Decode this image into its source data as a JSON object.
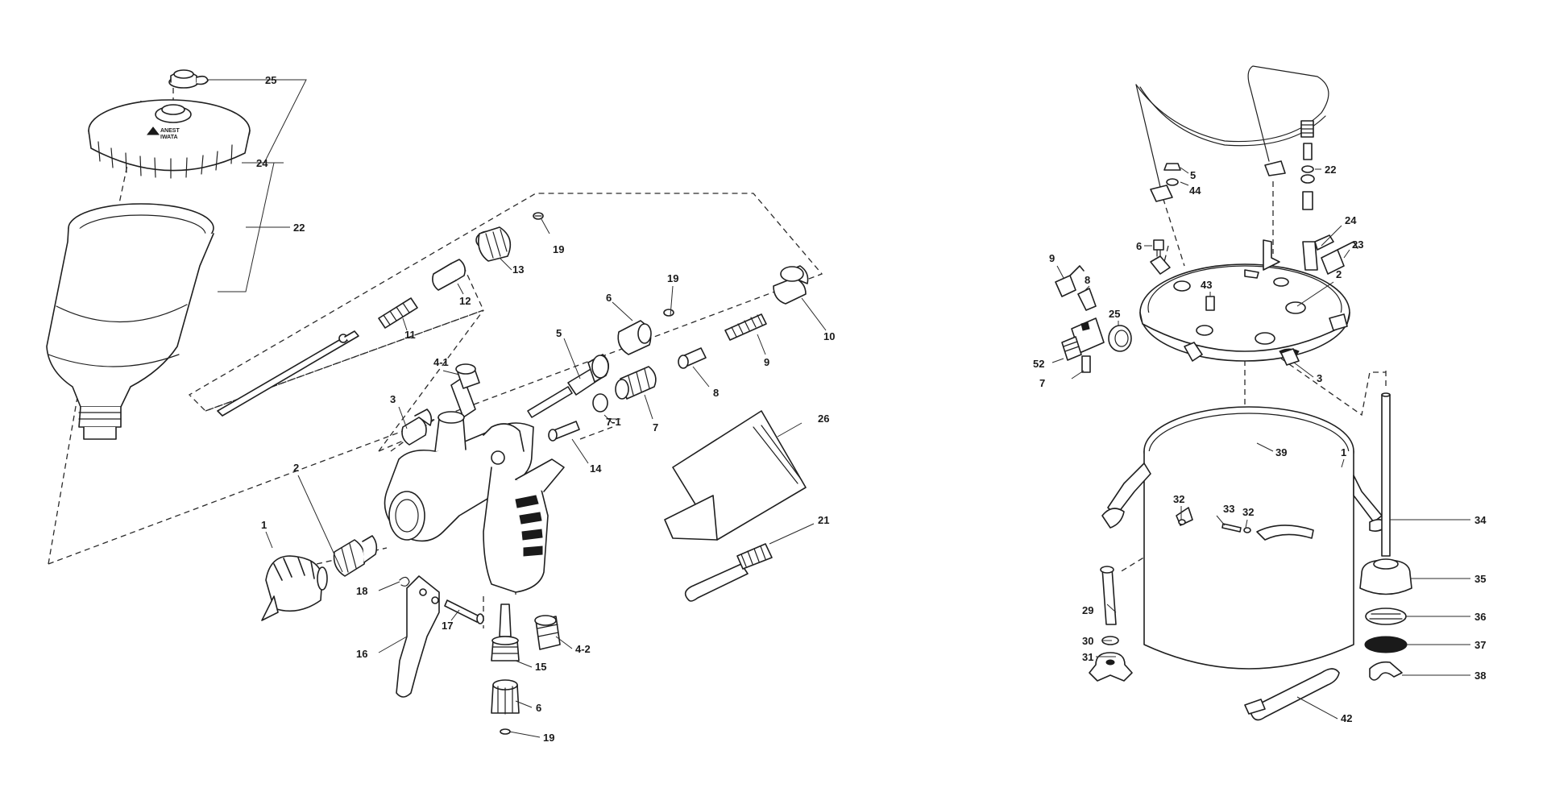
{
  "gun_callouts": [
    {
      "id": "g25",
      "text": "25"
    },
    {
      "id": "g24",
      "text": "24"
    },
    {
      "id": "g22",
      "text": "22"
    },
    {
      "id": "g19a",
      "text": "19"
    },
    {
      "id": "g13",
      "text": "13"
    },
    {
      "id": "g12",
      "text": "12"
    },
    {
      "id": "g11",
      "text": "11"
    },
    {
      "id": "g10",
      "text": "10"
    },
    {
      "id": "g19b",
      "text": "19"
    },
    {
      "id": "g6a",
      "text": "6"
    },
    {
      "id": "g5",
      "text": "5"
    },
    {
      "id": "g9",
      "text": "9"
    },
    {
      "id": "g8",
      "text": "8"
    },
    {
      "id": "g4-1",
      "text": "4-1"
    },
    {
      "id": "g3",
      "text": "3"
    },
    {
      "id": "g7-1",
      "text": "7-1"
    },
    {
      "id": "g7",
      "text": "7"
    },
    {
      "id": "g14",
      "text": "14"
    },
    {
      "id": "g26",
      "text": "26"
    },
    {
      "id": "g2",
      "text": "2"
    },
    {
      "id": "g1",
      "text": "1"
    },
    {
      "id": "g21",
      "text": "21"
    },
    {
      "id": "g18",
      "text": "18"
    },
    {
      "id": "g17",
      "text": "17"
    },
    {
      "id": "g16",
      "text": "16"
    },
    {
      "id": "g15",
      "text": "15"
    },
    {
      "id": "g4-2",
      "text": "4-2"
    },
    {
      "id": "g6b",
      "text": "6"
    },
    {
      "id": "g19c",
      "text": "19"
    }
  ],
  "tank_callouts": [
    {
      "id": "t5",
      "text": "5"
    },
    {
      "id": "t44",
      "text": "44"
    },
    {
      "id": "t22",
      "text": "22"
    },
    {
      "id": "t6",
      "text": "6"
    },
    {
      "id": "t24",
      "text": "24"
    },
    {
      "id": "t23",
      "text": "23"
    },
    {
      "id": "t2",
      "text": "2"
    },
    {
      "id": "t9",
      "text": "9"
    },
    {
      "id": "t8",
      "text": "8"
    },
    {
      "id": "t43",
      "text": "43"
    },
    {
      "id": "t25",
      "text": "25"
    },
    {
      "id": "t52",
      "text": "52"
    },
    {
      "id": "t7",
      "text": "7"
    },
    {
      "id": "t3",
      "text": "3"
    },
    {
      "id": "t39",
      "text": "39"
    },
    {
      "id": "t1",
      "text": "1"
    },
    {
      "id": "t32a",
      "text": "32"
    },
    {
      "id": "t33",
      "text": "33"
    },
    {
      "id": "t32b",
      "text": "32"
    },
    {
      "id": "t34",
      "text": "34"
    },
    {
      "id": "t35",
      "text": "35"
    },
    {
      "id": "t29",
      "text": "29"
    },
    {
      "id": "t36",
      "text": "36"
    },
    {
      "id": "t30",
      "text": "30"
    },
    {
      "id": "t37",
      "text": "37"
    },
    {
      "id": "t31",
      "text": "31"
    },
    {
      "id": "t38",
      "text": "38"
    },
    {
      "id": "t42",
      "text": "42"
    }
  ],
  "cup_lid_logo": {
    "line1": "ANEST",
    "line2": "IWATA"
  },
  "colors": {
    "line": "#1f1f1f",
    "background": "#ffffff",
    "filled_part": "#1a1a1a"
  }
}
